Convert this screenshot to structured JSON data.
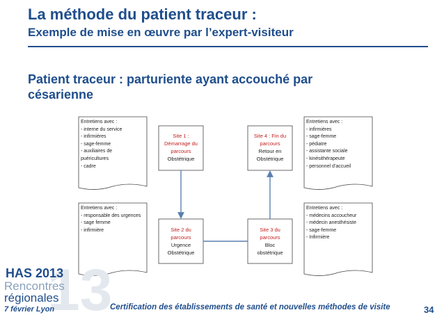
{
  "header": {
    "title": "La méthode du patient traceur :",
    "subtitle": "Exemple de mise en œuvre par l’expert-visiteur",
    "heading_line1": "Patient traceur : parturiente ayant accouché par",
    "heading_line2": "césarienne"
  },
  "notes": {
    "top_left": [
      "Entretiens avec :",
      "- interne du service",
      "- infirmières",
      "- sage-femme",
      "- auxiliaires de",
      "puéricultures",
      "- cadre"
    ],
    "top_right": [
      "Entretiens avec :",
      "- infirmières",
      "- sage-femme",
      "- pédiatre",
      "- assistante sociale",
      "- kinésithérapeute",
      "- personnel d’accueil"
    ],
    "bottom_left": [
      "Entretiens avec :",
      "- responsable des urgences",
      "- sage femme",
      "- infirmière"
    ],
    "bottom_right": [
      "Entretiens avec :",
      "- médecins accoucheur",
      "- médecin anesthésiste",
      "- sage-femme",
      "- Infirmière"
    ]
  },
  "sites": {
    "site1": [
      "Site 1 :",
      "Démarrage du",
      "parcours",
      "Obstétrique"
    ],
    "site2": [
      "Site 2 du",
      "parcours",
      "Urgence",
      "Obstétrique"
    ],
    "site3": [
      "Site 3 du",
      "parcours",
      "Bloc",
      "obstétrique"
    ],
    "site4": [
      "Site 4 : Fin du",
      "parcours",
      "Retour en",
      "Obstétrique"
    ]
  },
  "footer": {
    "text": "Certification des établissements de santé et nouvelles méthodes de visite",
    "page_number": "34"
  },
  "logo": {
    "line1_org": "HAS",
    "line1_year": "2013",
    "line2": "Rencontres",
    "line3": "régionales",
    "line4_date": "7 février",
    "line4_city": "Lyon",
    "watermark": "13"
  },
  "colors": {
    "brand_blue": "#1f4e8c",
    "site_red": "#c0201f",
    "connector_blue": "#5b7fb0"
  }
}
